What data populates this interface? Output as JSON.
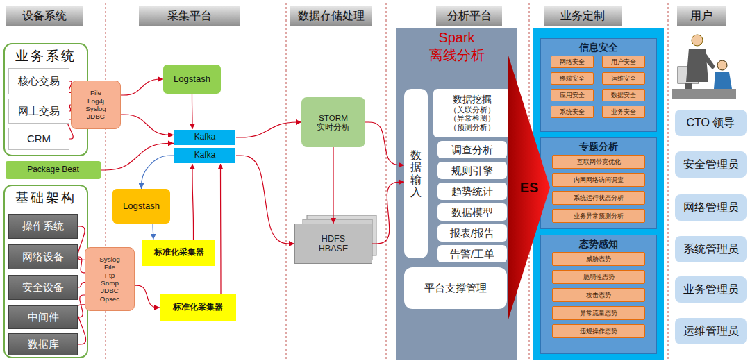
{
  "diagram": {
    "nodes": [
      {
        "text": [
          "设备系统"
        ]
      },
      {
        "text": [
          "采集平台"
        ]
      },
      {
        "text": [
          "数据存储处理"
        ]
      },
      {
        "text": [
          "分析平台"
        ]
      },
      {
        "text": [
          "业务定制"
        ]
      },
      {
        "text": [
          "用户"
        ]
      },
      {
        "text": [
          "业务系统"
        ]
      },
      {
        "text": [
          "核心交易"
        ],
        "in": 6
      },
      {
        "text": [
          "网上交易"
        ],
        "in": 6
      },
      {
        "text": [
          "CRM"
        ],
        "in": 6
      },
      {
        "text": [
          "File Log4j Syslog JDBC"
        ]
      },
      {
        "text": [
          "Package Beat"
        ]
      },
      {
        "text": [
          "基础架构"
        ]
      },
      {
        "text": [
          "操作系统"
        ],
        "in": 12
      },
      {
        "text": [
          "网络设备"
        ],
        "in": 12
      },
      {
        "text": [
          "安全设备"
        ],
        "in": 12
      },
      {
        "text": [
          "中间件"
        ],
        "in": 12
      },
      {
        "text": [
          "数据库"
        ],
        "in": 12
      },
      {
        "text": [
          "Syslog File Ftp Snmp JDBC Opsec"
        ]
      },
      {
        "text": [
          "Logstash"
        ]
      },
      {
        "text": [
          "Kafka"
        ]
      },
      {
        "text": [
          "Kafka"
        ]
      },
      {
        "text": [
          "Logstash"
        ]
      },
      {
        "text": [
          "标准化采集器"
        ]
      },
      {
        "text": [
          "标准化采集器"
        ]
      },
      {
        "text": [
          "STORM 实时分析"
        ]
      },
      {
        "text": [
          "HDFS HBASE"
        ]
      },
      {
        "text": [
          "Spark",
          "离线分析"
        ]
      },
      {
        "text": [
          "数据输入"
        ],
        "in": 27
      },
      {
        "text": [
          "数据挖掘",
          "（关联分析） （异常检测） （预测分析）"
        ],
        "in": 27
      },
      {
        "text": [
          "调查分析"
        ],
        "in": 27
      },
      {
        "text": [
          "规则引擎"
        ],
        "in": 27
      },
      {
        "text": [
          "趋势统计"
        ],
        "in": 27
      },
      {
        "text": [
          "数据模型"
        ],
        "in": 27
      },
      {
        "text": [
          "报表/报告"
        ],
        "in": 27
      },
      {
        "text": [
          "告警/工单"
        ],
        "in": 27
      },
      {
        "text": [
          "平台支撑管理"
        ],
        "in": 27
      },
      {
        "text": [
          "ES"
        ]
      },
      {
        "text": [
          "信息安全"
        ]
      },
      {
        "text": [
          "网络安全"
        ],
        "in": 38
      },
      {
        "text": [
          "用户安全"
        ],
        "in": 38
      },
      {
        "text": [
          "终端安全"
        ],
        "in": 38
      },
      {
        "text": [
          "运维安全"
        ],
        "in": 38
      },
      {
        "text": [
          "应用安全"
        ],
        "in": 38
      },
      {
        "text": [
          "数据安全"
        ],
        "in": 38
      },
      {
        "text": [
          "系统安全"
        ],
        "in": 38
      },
      {
        "text": [
          "业务安全"
        ],
        "in": 38
      },
      {
        "text": [
          "专题分析"
        ]
      },
      {
        "text": [
          "互联网带宽优化"
        ],
        "in": 47
      },
      {
        "text": [
          "内网网络访问调查"
        ],
        "in": 47
      },
      {
        "text": [
          "系统运行状态分析"
        ],
        "in": 47
      },
      {
        "text": [
          "业务异常预测分析"
        ],
        "in": 47
      },
      {
        "text": [
          "态势感知"
        ]
      },
      {
        "text": [
          "威胁态势"
        ],
        "in": 52
      },
      {
        "text": [
          "脆弱性态势"
        ],
        "in": 52
      },
      {
        "text": [
          "攻击态势"
        ],
        "in": 52
      },
      {
        "text": [
          "异常流量态势"
        ],
        "in": 52
      },
      {
        "text": [
          "违规操作态势"
        ],
        "in": 52
      },
      {
        "text": [
          "CTO 领导"
        ]
      },
      {
        "text": [
          "安全管理员"
        ]
      },
      {
        "text": [
          "网络管理员"
        ]
      },
      {
        "text": [
          "系统管理员"
        ]
      },
      {
        "text": [
          "业务管理员"
        ]
      },
      {
        "text": [
          "运维管理员"
        ]
      }
    ],
    "edges": [
      {
        "from": 7,
        "to": 10,
        "arrow": "none"
      },
      {
        "from": 8,
        "to": 10,
        "arrow": "none"
      },
      {
        "from": 9,
        "to": 10,
        "arrow": "none"
      },
      {
        "from": 10,
        "to": 19,
        "arrow": "to"
      },
      {
        "from": 10,
        "to": 20,
        "arrow": "to"
      },
      {
        "from": 11,
        "to": 20,
        "arrow": "to"
      },
      {
        "from": 19,
        "to": 20,
        "arrow": "to"
      },
      {
        "from": 13,
        "to": 18,
        "arrow": "none"
      },
      {
        "from": 14,
        "to": 18,
        "arrow": "none"
      },
      {
        "from": 15,
        "to": 18,
        "arrow": "none"
      },
      {
        "from": 16,
        "to": 18,
        "arrow": "none"
      },
      {
        "from": 17,
        "to": 18,
        "arrow": "none"
      },
      {
        "from": 18,
        "to": 24,
        "arrow": "to"
      },
      {
        "from": 21,
        "to": 22,
        "arrow": "to"
      },
      {
        "from": 22,
        "to": 23,
        "arrow": "to"
      },
      {
        "from": 23,
        "to": 21,
        "arrow": "to"
      },
      {
        "from": 24,
        "to": 21,
        "arrow": "to"
      },
      {
        "from": 20,
        "to": 25,
        "arrow": "to"
      },
      {
        "from": 21,
        "to": 26,
        "arrow": "to"
      },
      {
        "from": 25,
        "to": 26,
        "arrow": "to"
      },
      {
        "from": 25,
        "to": 28,
        "arrow": "to"
      },
      {
        "from": 26,
        "to": 28,
        "arrow": "to"
      }
    ]
  }
}
